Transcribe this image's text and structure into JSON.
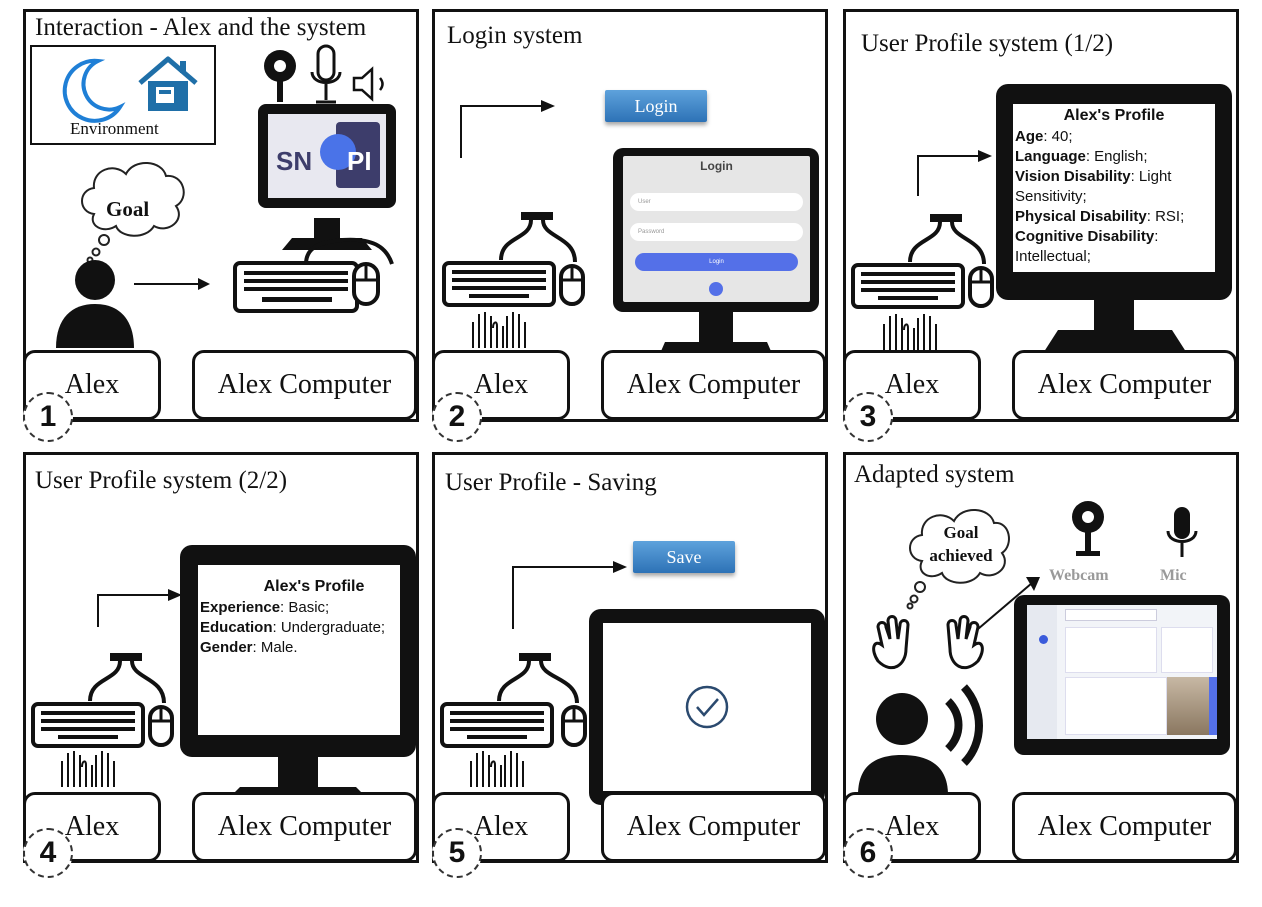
{
  "panels": {
    "p1": {
      "title": "Interaction - Alex and the system",
      "number": "1",
      "environment_label": "Environment",
      "thought": "Goal",
      "logo_left": "SN",
      "logo_right": "PI",
      "label_user": "Alex",
      "label_computer": "Alex Computer"
    },
    "p2": {
      "title": "Login system",
      "number": "2",
      "login_button": "Login",
      "form_title": "Login",
      "user_placeholder": "User",
      "password_placeholder": "Password",
      "form_button": "Login",
      "label_user": "Alex",
      "label_computer": "Alex Computer"
    },
    "p3": {
      "title": "User Profile system (1/2)",
      "number": "3",
      "profile_title": "Alex's Profile",
      "lines": [
        {
          "key": "Age",
          "value": ": 40;"
        },
        {
          "key": "Language",
          "value": ": English;"
        },
        {
          "key": "Vision Disability",
          "value": ": Light Sensitivity;"
        },
        {
          "key": "Physical Disability",
          "value": ": RSI;"
        },
        {
          "key": "Cognitive Disability",
          "value": ": Intellectual;"
        }
      ],
      "label_user": "Alex",
      "label_computer": "Alex Computer"
    },
    "p4": {
      "title": "User Profile system (2/2)",
      "number": "4",
      "profile_title": "Alex's Profile",
      "lines": [
        {
          "key": "Experience",
          "value": ": Basic;"
        },
        {
          "key": "Education",
          "value": ": Undergraduate;"
        },
        {
          "key": "Gender",
          "value": ": Male."
        }
      ],
      "label_user": "Alex",
      "label_computer": "Alex Computer"
    },
    "p5": {
      "title": "User Profile - Saving",
      "number": "5",
      "save_button": "Save",
      "label_user": "Alex",
      "label_computer": "Alex Computer"
    },
    "p6": {
      "title": "Adapted system",
      "number": "6",
      "thought": "Goal achieved",
      "webcam_label": "Webcam",
      "mic_label": "Mic",
      "label_user": "Alex",
      "label_computer": "Alex Computer"
    }
  },
  "icons": [
    "moon-icon",
    "house-icon",
    "webcam-icon",
    "microphone-icon",
    "speaker-icon",
    "monitor-icon",
    "keyboard-icon",
    "mouse-icon",
    "hands-icon",
    "person-icon",
    "check-icon",
    "thought-cloud-icon",
    "arrow-icon"
  ]
}
